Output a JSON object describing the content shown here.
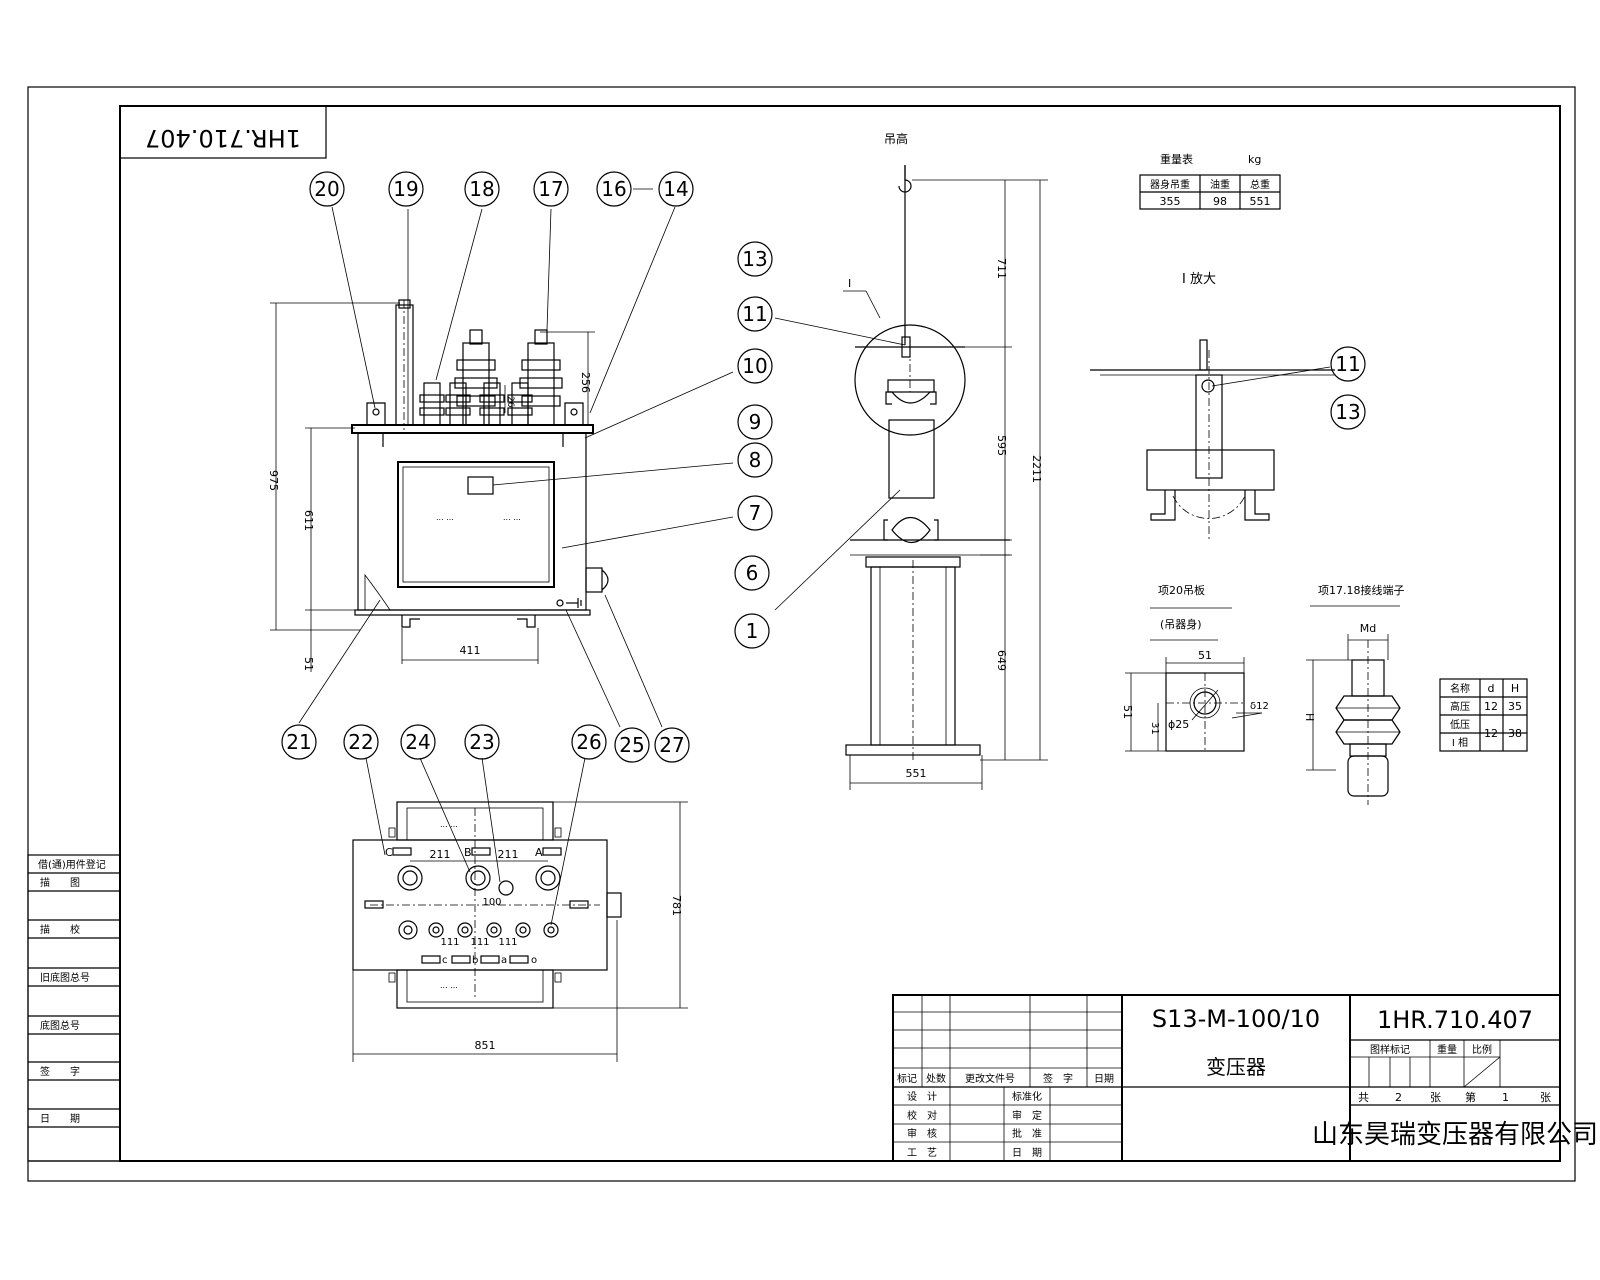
{
  "mirrored_code": "1HR.710.407",
  "balloons": [
    "20",
    "19",
    "18",
    "17",
    "16",
    "14",
    "13",
    "11",
    "10",
    "9",
    "8",
    "7",
    "6",
    "1",
    "21",
    "22",
    "24",
    "23",
    "26",
    "25",
    "27",
    "11",
    "13"
  ],
  "front_dims": {
    "overall_height": "975",
    "body_height": "611",
    "base": "51",
    "width": "411",
    "bushing_height": "256",
    "terminal_gap": "26"
  },
  "side_view": {
    "lift_label": "吊高",
    "detail_mark": "I",
    "dims": {
      "top": "711",
      "middle": "595",
      "bottom": "649",
      "overall": "2211",
      "base_width": "551"
    }
  },
  "weight_table": {
    "title": "重量表",
    "unit": "kg",
    "headers": [
      "器身吊重",
      "油重",
      "总重"
    ],
    "values": [
      "355",
      "98",
      "551"
    ]
  },
  "detail_title": "I 放大",
  "plate": {
    "title": "项20吊板",
    "subtitle": "(吊器身)",
    "dims": {
      "width": "51",
      "height": "51",
      "inner": "31",
      "hole": "ϕ25",
      "thickness": "δ12"
    }
  },
  "terminal": {
    "title": "项17.18接线端子",
    "md_label": "Md",
    "h_label": "H",
    "table": {
      "headers": [
        "名称",
        "d",
        "H"
      ],
      "rows": [
        [
          "高压",
          "12",
          "35"
        ],
        [
          "低压",
          "12",
          "38"
        ],
        [
          "I 相",
          "",
          ""
        ]
      ]
    }
  },
  "top_view": {
    "hv_labels": [
      "C",
      "B",
      "A"
    ],
    "lv_labels": [
      "c",
      "b",
      "a",
      "o"
    ],
    "dims": {
      "hv_spacing_1": "211",
      "hv_spacing_2": "211",
      "offset": "100",
      "lv_1": "111",
      "lv_2": "111",
      "lv_3": "111",
      "depth": "781",
      "width": "851"
    }
  },
  "left_panel": [
    "借(通)用件登记",
    "描　　图",
    "描　　校",
    "旧底图总号",
    "底图总号",
    "签　　字",
    "日　　期"
  ],
  "title_block": {
    "model": "S13-M-100/10",
    "name": "变压器",
    "drawing_no": "1HR.710.407",
    "col_headers": [
      "标记",
      "处数",
      "更改文件号",
      "签　字",
      "日期"
    ],
    "roles_left": [
      "设　计",
      "校　对",
      "审　核",
      "工　艺"
    ],
    "roles_right": [
      "标准化",
      "审　定",
      "批　准",
      "日　期"
    ],
    "stage_headers": [
      "图样标记",
      "重量",
      "比例"
    ],
    "sheets": [
      "共",
      "2",
      "张",
      "第",
      "1",
      "张"
    ],
    "company": "山东昊瑞变压器有限公司"
  }
}
